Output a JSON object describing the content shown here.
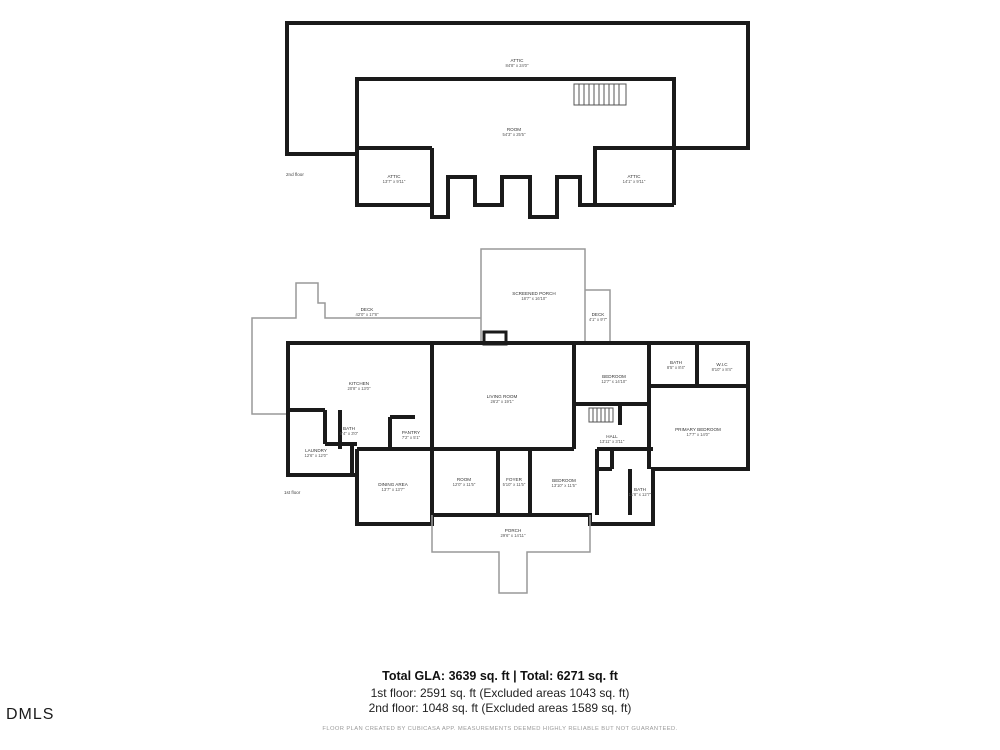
{
  "floors": {
    "second": {
      "label": "2nd floor",
      "rooms": [
        {
          "name": "ATTIC",
          "dims": "84'8\" x 24'0\""
        },
        {
          "name": "ROOM",
          "dims": "54'3\" x 25'5\""
        },
        {
          "name": "ATTIC",
          "dims": "13'7\" x 9'11\""
        },
        {
          "name": "ATTIC",
          "dims": "14'1\" x 9'11\""
        }
      ]
    },
    "first": {
      "label": "1st floor",
      "rooms": [
        {
          "name": "DECK",
          "dims": "42'0\" x 17'8\""
        },
        {
          "name": "SCREENED PORCH",
          "dims": "18'7\" x 16'10\""
        },
        {
          "name": "DECK",
          "dims": "4'1\" x 9'7\""
        },
        {
          "name": "KITCHEN",
          "dims": "20'8\" x 13'0\""
        },
        {
          "name": "LIVING ROOM",
          "dims": "26'2\" x 19'1\""
        },
        {
          "name": "BEDROOM",
          "dims": "12'7\" x 14'10\""
        },
        {
          "name": "BATH",
          "dims": "8'5\" x 8'4\""
        },
        {
          "name": "W.I.C",
          "dims": "8'10\" x 8'4\""
        },
        {
          "name": "PRIMARY BEDROOM",
          "dims": "17'7\" x 14'0\""
        },
        {
          "name": "BATH",
          "dims": "5'4\" x 3'0\""
        },
        {
          "name": "PANTRY",
          "dims": "7'2\" x 5'1\""
        },
        {
          "name": "LAUNDRY",
          "dims": "12'6\" x 12'0\""
        },
        {
          "name": "HALL",
          "dims": "13'11\" x 3'11\""
        },
        {
          "name": "DINING AREA",
          "dims": "13'7\" x 13'7\""
        },
        {
          "name": "ROOM",
          "dims": "12'0\" x 11'5\""
        },
        {
          "name": "FOYER",
          "dims": "5'10\" x 11'5\""
        },
        {
          "name": "BEDROOM",
          "dims": "13'10\" x 11'5\""
        },
        {
          "name": "BATH",
          "dims": "11'8\" x 12'7\""
        },
        {
          "name": "PORCH",
          "dims": "29'6\" x 14'11\""
        }
      ]
    }
  },
  "summary": {
    "total": "Total GLA: 3639 sq. ft | Total: 6271 sq. ft",
    "first_floor": "1st floor: 2591 sq. ft (Excluded areas 1043 sq. ft)",
    "second_floor": "2nd floor: 1048 sq. ft (Excluded areas 1589 sq. ft)",
    "disclaimer": "FLOOR PLAN CREATED BY CUBICASA APP. MEASUREMENTS DEEMED HIGHLY RELIABLE BUT NOT GUARANTEED."
  },
  "logo": {
    "text": "DMLS"
  },
  "colors": {
    "walls": "#1a1a1a",
    "background": "#ffffff",
    "disclaimer": "#9a9a9a"
  }
}
